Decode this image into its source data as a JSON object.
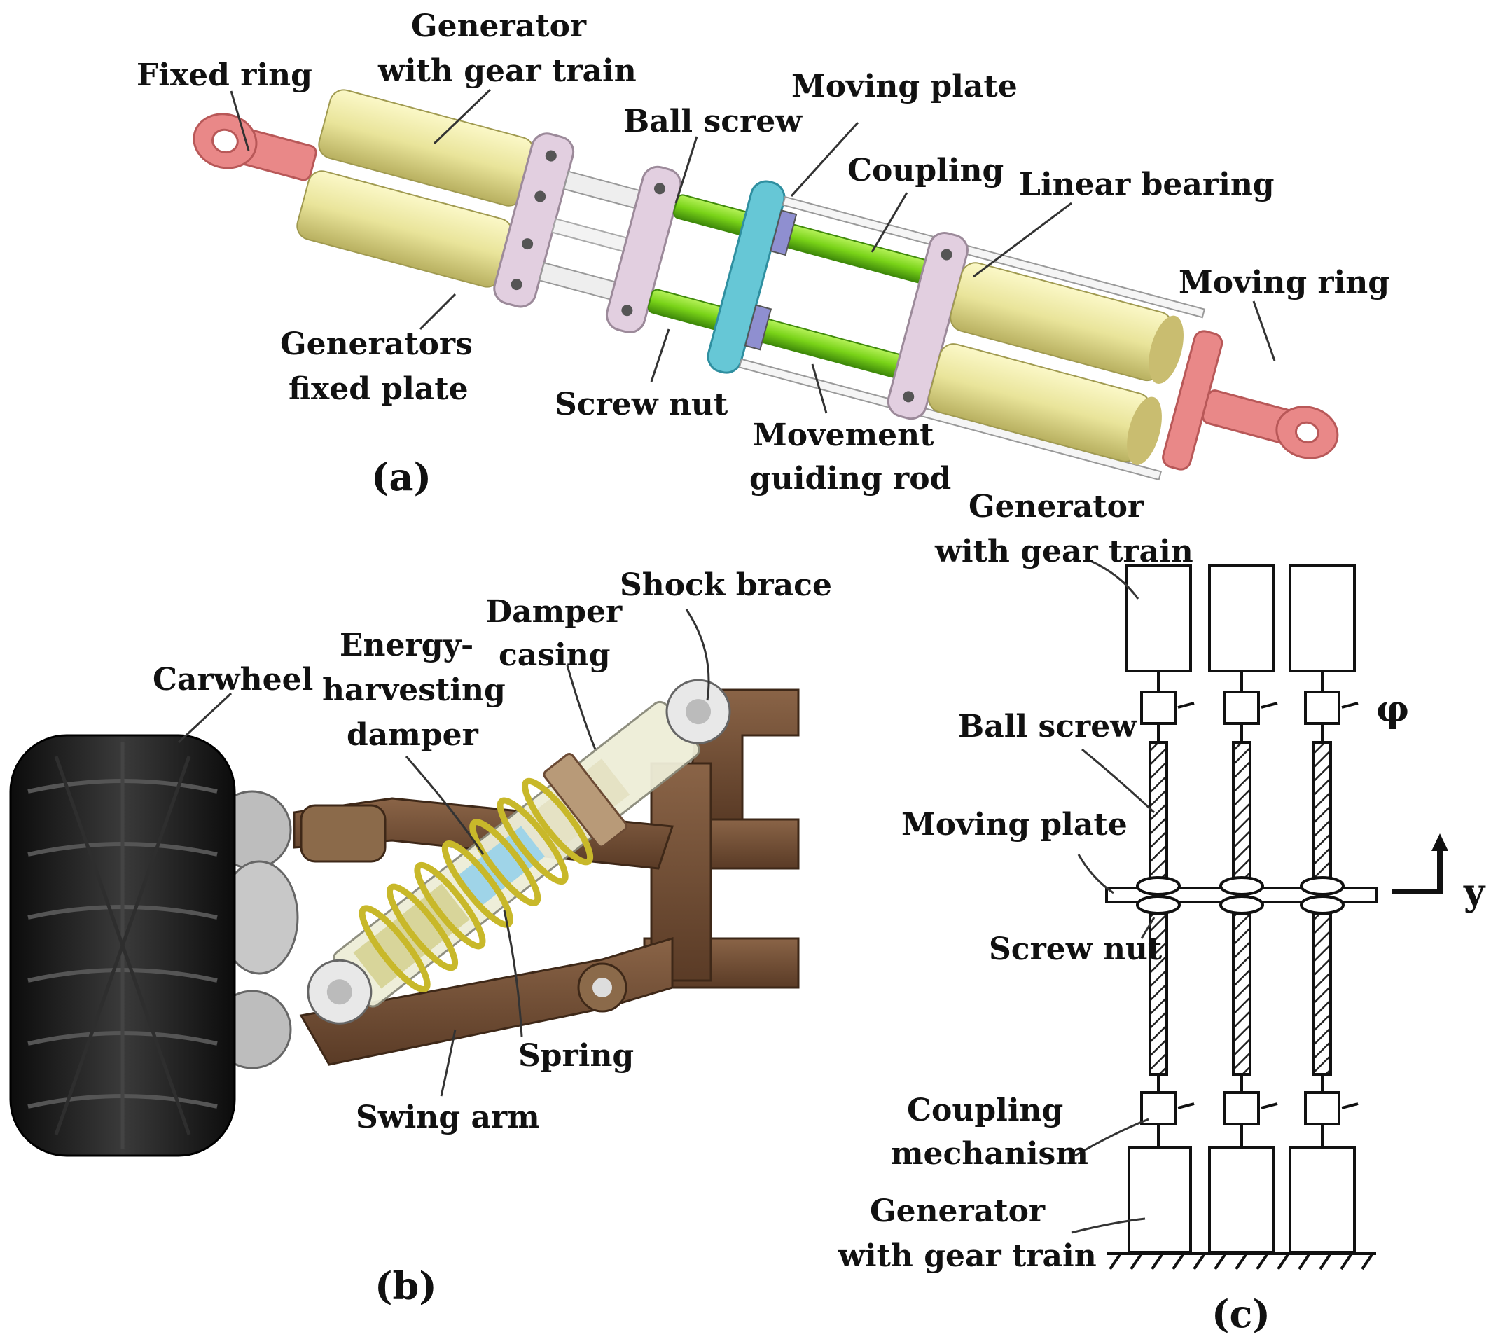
{
  "panel_a": {
    "caption": "(a)",
    "labels": {
      "fixed_ring": "Fixed ring",
      "generator_l1": "Generator",
      "generator_l2": "with gear train",
      "moving_plate": "Moving plate",
      "ball_screw": "Ball screw",
      "coupling": "Coupling",
      "linear_bearing": "Linear bearing",
      "moving_ring": "Moving ring",
      "gen_fixed_plate_l1": "Generators",
      "gen_fixed_plate_l2": "fixed plate",
      "screw_nut": "Screw nut",
      "movement_rod_l1": "Movement",
      "movement_rod_l2": "guiding rod"
    }
  },
  "panel_b": {
    "caption": "(b)",
    "labels": {
      "shock_brace": "Shock brace",
      "damper_casing_l1": "Damper",
      "damper_casing_l2": "casing",
      "energy_l1": "Energy-",
      "energy_l2": "harvesting",
      "energy_l3": "damper",
      "carwheel": "Carwheel",
      "spring": "Spring",
      "swing_arm": "Swing arm"
    }
  },
  "panel_c": {
    "caption": "(c)",
    "labels": {
      "gen_top_l1": "Generator",
      "gen_top_l2": "with gear train",
      "ball_screw": "Ball screw",
      "phi": "φ",
      "moving_plate": "Moving plate",
      "y_axis": "y",
      "screw_nut": "Screw nut",
      "coupling_l1": "Coupling",
      "coupling_l2": "mechanism",
      "gen_bottom_l1": "Generator",
      "gen_bottom_l2": "with gear train"
    }
  },
  "colors": {
    "generator_yellow": "#e9e49a",
    "plate_pink": "#e2cfe0",
    "screw_green": "#79d318",
    "plate_cyan": "#66c7d6",
    "ring_red": "#e98888",
    "tire_black": "#1c1c1c",
    "frame_brown": "#6b4a34",
    "spring_yellow": "#c8b82a"
  }
}
